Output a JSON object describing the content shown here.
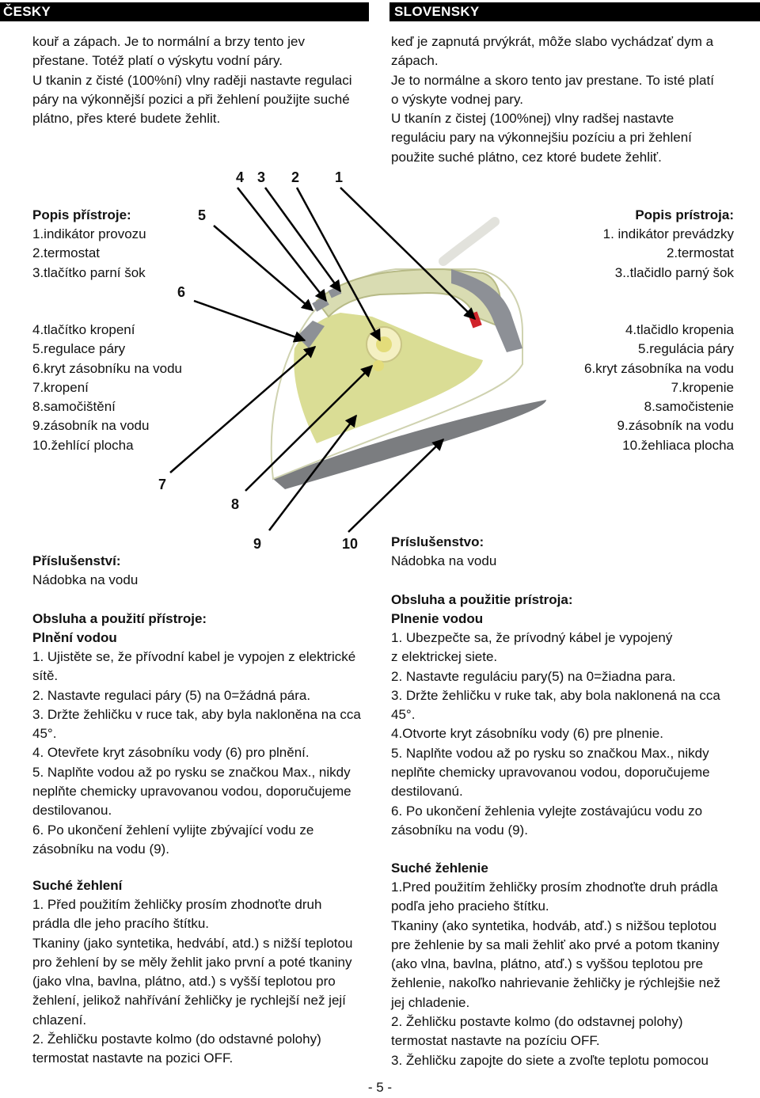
{
  "headers": {
    "cz": "ČESKY",
    "sk": "SLOVENSKY"
  },
  "cz": {
    "intro": "kouř a zápach. Je to normální a brzy tento jev\npřestane. Totéž platí o výskytu vodní páry.\nU tkanin z čisté (100%ní) vlny raději nastavte regulaci\npáry na výkonnější pozici a při žehlení použijte suché\nplátno, přes které budete žehlit.",
    "parts_title": "Popis přístroje:",
    "parts_a": "1.indikátor provozu\n2.termostat\n3.tlačítko parní šok",
    "parts_b": "4.tlačítko kropení\n5.regulace páry\n6.kryt zásobníku na vodu\n7.kropení\n8.samočištění\n9.zásobník na vodu\n10.žehlící plocha",
    "acc_title": "Příslušenství:",
    "acc_text": "Nádobka na vodu",
    "use_title": "Obsluha a použití přístroje:",
    "fill_title": "Plnění vodou",
    "fill_text": "1. Ujistěte se, že přívodní kabel je vypojen z elektrické\nsítě.\n2. Nastavte regulaci páry (5) na 0=žádná pára.\n3. Držte žehličku v ruce tak, aby byla nakloněna na cca\n45°.\n4. Otevřete kryt zásobníku vody (6) pro plnění.\n5. Naplňte vodou až po rysku se značkou Max., nikdy\nneplňte chemicky upravovanou vodou, doporučujeme\ndestilovanou.\n6. Po ukončení žehlení vylijte zbývající vodu ze\nzásobníku na vodu (9).",
    "dry_title": "Suché žehlení",
    "dry_text": "1. Před použitím žehličky prosím zhodnoťte druh\nprádla dle jeho pracího štítku.\nTkaniny (jako syntetika, hedvábí, atd.) s nižší teplotou\npro žehlení by se měly žehlit jako první a poté tkaniny\n(jako vlna, bavlna, plátno, atd.) s vyšší teplotou pro\nžehlení, jelikož nahřívání žehličky je rychlejší než její\nchlazení.\n2. Žehličku postavte kolmo (do odstavné polohy)\ntermostat nastavte na pozici OFF."
  },
  "sk": {
    "intro": "keď je zapnutá prvýkrát, môže slabo vychádzať dym a\nzápach.\nJe to normálne a skoro tento jav prestane. To isté platí\no výskyte vodnej pary.\nU tkanín z čistej (100%nej) vlny radšej nastavte\nreguláciu pary na výkonnejšiu pozíciu a pri žehlení\npoužite suché plátno, cez ktoré budete žehliť.",
    "parts_title": "Popis prístroja:",
    "parts_a": "1. indikátor prevádzky\n2.termostat\n3..tlačidlo parný šok",
    "parts_b": "4.tlačidlo kropenia\n5.regulácia páry\n6.kryt zásobníka na vodu\n7.kropenie\n8.samočistenie\n9.zásobník na vodu\n10.žehliaca plocha",
    "acc_title": "Príslušenstvo:",
    "acc_text": "Nádobka na vodu",
    "use_title": "Obsluha a použitie prístroja:",
    "fill_title": "Plnenie vodou",
    "fill_text": "1. Ubezpečte sa, že prívodný kábel je vypojený\nz elektrickej siete.\n2. Nastavte reguláciu pary(5) na 0=žiadna para.\n3. Držte žehličku v ruke tak, aby bola naklonená na cca\n45°.\n4.Otvorte kryt zásobníku vody (6) pre plnenie.\n5. Naplňte vodou až po rysku so značkou Max., nikdy\nneplňte chemicky upravovanou vodou, doporučujeme\ndestilovanú.\n6. Po ukončení žehlenia vylejte zostávajúcu vodu zo\nzásobníku na vodu (9).",
    "dry_title": "Suché žehlenie",
    "dry_text": "1.Pred použitím žehličky prosím zhodnoťte druh prádla\npodľa jeho pracieho štítku.\nTkaniny (ako syntetika, hodváb, atď.) s nižšou teplotou\npre žehlenie by sa mali žehliť ako prvé a potom tkaniny\n(ako vlna, bavlna, plátno, atď.) s vyššou teplotou pre\nžehlenie, nakoľko nahrievanie žehličky je rýchlejšie než\njej chladenie.\n2. Žehličku postavte kolmo (do odstavnej polohy)\ntermostat nastavte na pozíciu OFF.\n3. Žehličku zapojte do siete a zvoľte teplotu pomocou"
  },
  "diagram": {
    "labels": {
      "n1": "1",
      "n2": "2",
      "n3": "3",
      "n4": "4",
      "n5": "5",
      "n6": "6",
      "n7": "7",
      "n8": "8",
      "n9": "9",
      "n10": "10"
    },
    "colors": {
      "body": "#ffffff",
      "tank": "#d6d98a",
      "grip": "#8d9096",
      "plate": "#7b7d80",
      "indicator": "#d0232a"
    }
  },
  "footer": {
    "page": "- 5 -"
  }
}
